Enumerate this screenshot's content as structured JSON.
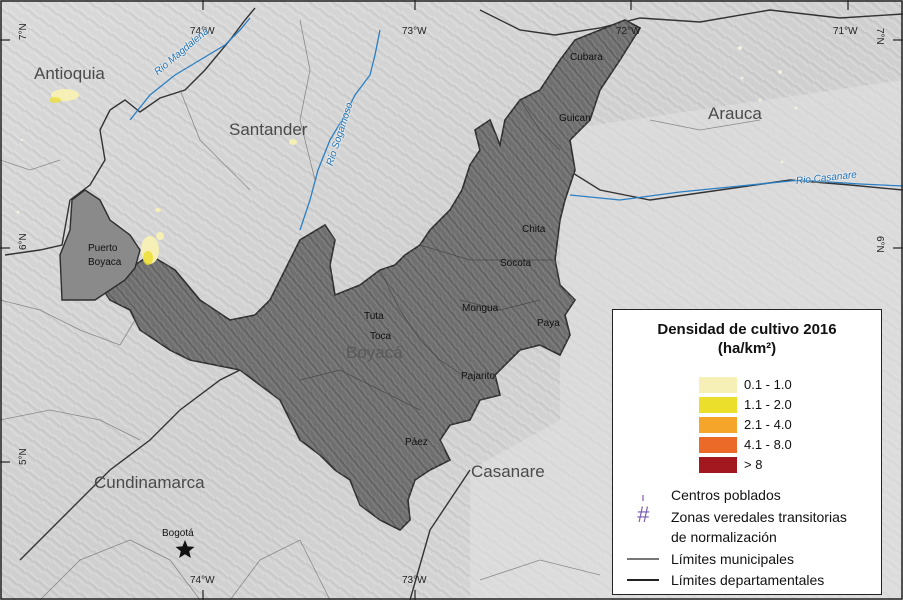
{
  "regions": {
    "antioquia": "Antioquia",
    "santander": "Santander",
    "arauca": "Arauca",
    "boyaca": "Boyacá",
    "casanare": "Casanare",
    "cundinamarca": "Cundinamarca"
  },
  "towns": {
    "cubara": "Cubara",
    "guican": "Guican",
    "chita": "Chita",
    "socota": "Socota",
    "mongua": "Mongua",
    "paya": "Paya",
    "tuta": "Tuta",
    "toca": "Toca",
    "pajarito": "Pajarito",
    "paez": "Páez",
    "puerto_boyaca_line1": "Puerto",
    "puerto_boyaca_line2": "Boyaca",
    "bogota": "Bogotá"
  },
  "rivers": {
    "magdalena": "Rio Magdalena",
    "sogamoso": "Rio Sogamoso",
    "casanare": "Rio Casanare"
  },
  "coordinates": {
    "top_74": "74°W",
    "top_73": "73°W",
    "top_72": "72°W",
    "top_71": "71°W",
    "bottom_74": "74°W",
    "bottom_73": "73°W",
    "left_7": "7°N",
    "left_6": "6°N",
    "left_5": "5°N",
    "right_7": "7°N",
    "right_6": "6°N"
  },
  "legend": {
    "title_line1": "Densidad de cultivo 2016",
    "title_line2": "(ha/km²)",
    "classes": [
      {
        "label": "0.1 - 1.0",
        "color": "#f6f0b6"
      },
      {
        "label": "1.1 - 2.0",
        "color": "#ecdf2b"
      },
      {
        "label": "2.1 - 4.0",
        "color": "#f5a62a"
      },
      {
        "label": "4.1 - 8.0",
        "color": "#ec6a27"
      },
      {
        "label": "> 8",
        "color": "#a3171e"
      }
    ],
    "symbols": {
      "centros_poblados": "Centros poblados",
      "zonas_line1": "Zonas veredales transitorias",
      "zonas_line2": "de normalización",
      "zonas_glyph": "#",
      "limites_municipales": "Límites municipales",
      "limites_departamentales": "Límites departamentales"
    }
  },
  "colors": {
    "boyaca_fill": "#6f6f6f",
    "puerto_boyaca_fill": "#8a8a8a",
    "background": "#d2d2d2",
    "river": "#2a7fc4",
    "zonas_glyph": "#7a5bb0"
  }
}
